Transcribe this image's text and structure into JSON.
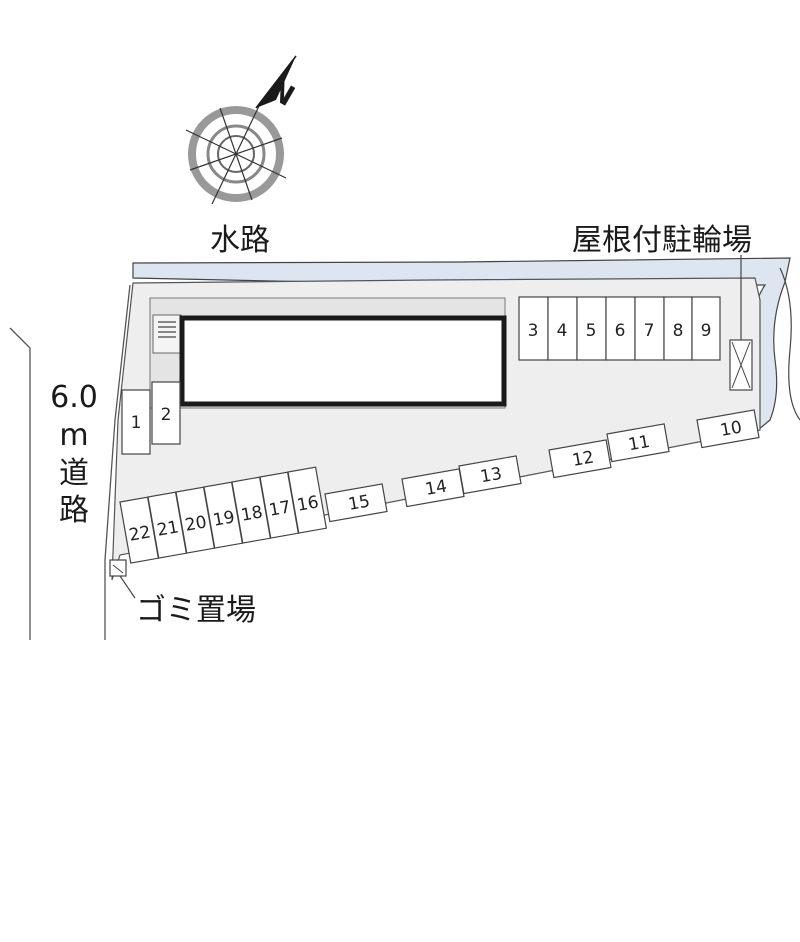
{
  "compass": {
    "north_letter": "N",
    "icon": "compass-rose-icon"
  },
  "labels": {
    "waterway": "水路",
    "road_width": "6.0",
    "road_unit": "m",
    "road_char1": "道",
    "road_char2": "路",
    "bike_parking": "屋根付駐輪場",
    "garbage": "ゴミ置場"
  },
  "parking_slots": {
    "west": [
      "1",
      "2"
    ],
    "east_row": [
      "3",
      "4",
      "5",
      "6",
      "7",
      "8",
      "9"
    ],
    "south_right": [
      "10",
      "11",
      "12",
      "13",
      "14",
      "15"
    ],
    "south_left": [
      "16",
      "17",
      "18",
      "19",
      "20",
      "21",
      "22"
    ]
  },
  "colors": {
    "lot_fill": "#eeeeee",
    "water": "#dde6f0",
    "line": "#444444",
    "building_border": "#1a1a1a"
  }
}
